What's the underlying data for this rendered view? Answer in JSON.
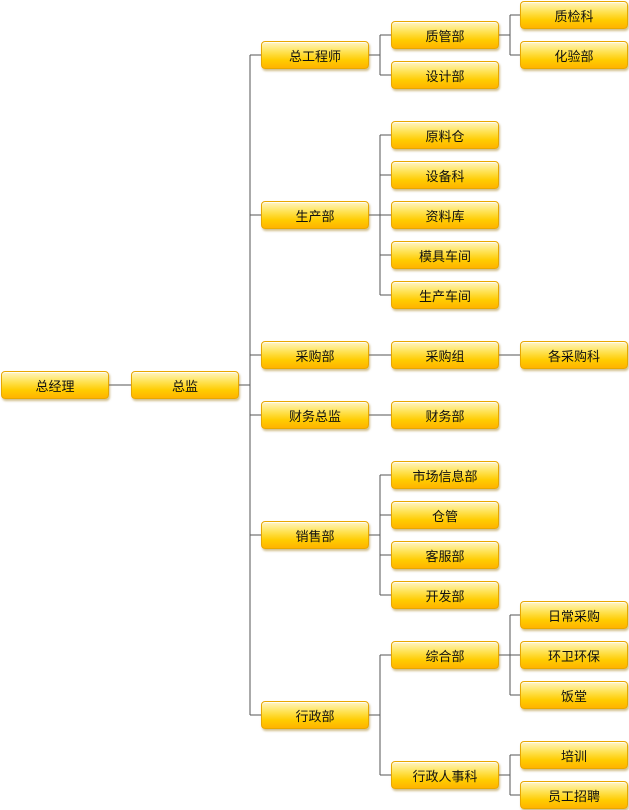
{
  "org_chart": {
    "root": "总经理",
    "director": "总监",
    "chief_engineer": {
      "label": "总工程师",
      "children": [
        {
          "label": "质管部",
          "children": [
            "质检科",
            "化验部"
          ]
        },
        {
          "label": "设计部"
        }
      ]
    },
    "production": {
      "label": "生产部",
      "children": [
        "原料仓",
        "设备科",
        "资料库",
        "模具车间",
        "生产车间"
      ]
    },
    "purchasing": {
      "label": "采购部",
      "group": "采购组",
      "subgroup": "各采购科"
    },
    "finance": {
      "label": "财务总监",
      "child": "财务部"
    },
    "sales": {
      "label": "销售部",
      "children": [
        "市场信息部",
        "仓管",
        "客服部",
        "开发部"
      ]
    },
    "admin": {
      "label": "行政部",
      "children": [
        {
          "label": "综合部",
          "children": [
            "日常采购",
            "环卫环保",
            "饭堂"
          ]
        },
        {
          "label": "行政人事科",
          "children": [
            "培训",
            "员工招聘"
          ]
        }
      ]
    }
  },
  "colors": {
    "node_fill": "#ffcc00",
    "node_border": "#e8a700",
    "connector": "#555555"
  }
}
